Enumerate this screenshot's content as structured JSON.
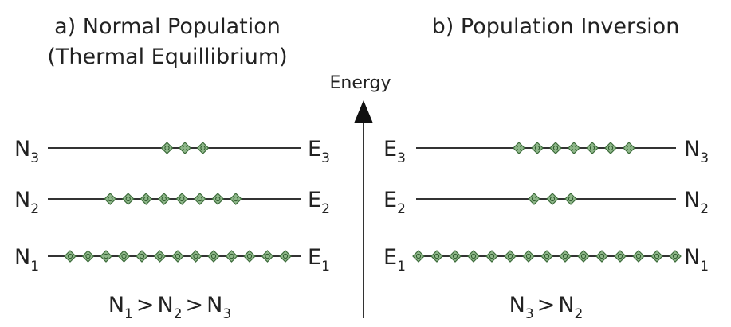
{
  "panels": {
    "normal": {
      "title_line1": "a) Normal Population",
      "title_line2": "(Thermal Equillibrium)",
      "levels": [
        {
          "n_label": "N",
          "n_sub": "3",
          "e_label": "E",
          "e_sub": "3",
          "particles": 3
        },
        {
          "n_label": "N",
          "n_sub": "2",
          "e_label": "E",
          "e_sub": "2",
          "particles": 8
        },
        {
          "n_label": "N",
          "n_sub": "1",
          "e_label": "E",
          "e_sub": "1",
          "particles": 13
        }
      ],
      "relation": {
        "terms": [
          {
            "label": "N",
            "sub": "1"
          },
          {
            "label": "N",
            "sub": "2"
          },
          {
            "label": "N",
            "sub": "3"
          }
        ],
        "operator": ">"
      }
    },
    "inversion": {
      "title": "b) Population Inversion",
      "levels": [
        {
          "e_label": "E",
          "e_sub": "3",
          "n_label": "N",
          "n_sub": "3",
          "particles": 7
        },
        {
          "e_label": "E",
          "e_sub": "2",
          "n_label": "N",
          "n_sub": "2",
          "particles": 3
        },
        {
          "e_label": "E",
          "e_sub": "1",
          "n_label": "N",
          "n_sub": "1",
          "particles": 15
        }
      ],
      "relation": {
        "terms": [
          {
            "label": "N",
            "sub": "3"
          },
          {
            "label": "N",
            "sub": "2"
          }
        ],
        "operator": ">"
      }
    }
  },
  "energy_axis": {
    "label": "Energy"
  },
  "colors": {
    "text": "#222222",
    "line": "#333333",
    "particle_fill": "#8fb88a",
    "particle_stroke": "#3c6b3a",
    "particle_inner": "#2f5a2e"
  }
}
